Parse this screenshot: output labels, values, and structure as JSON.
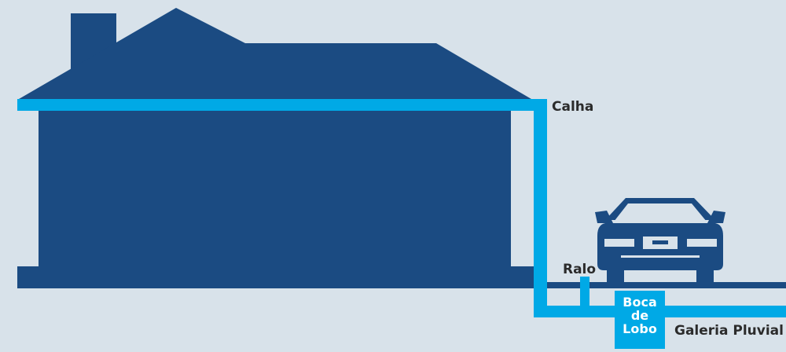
{
  "labels": {
    "gutter": "Calha",
    "drain": "Ralo",
    "storm_inlet": [
      "Boca",
      "de",
      "Lobo"
    ],
    "storm_gallery": "Galeria Pluvial"
  },
  "colors": {
    "background": "#d8e2ea",
    "house": "#1b4b82",
    "water": "#00a9e6",
    "text": "#2b2b2b"
  }
}
